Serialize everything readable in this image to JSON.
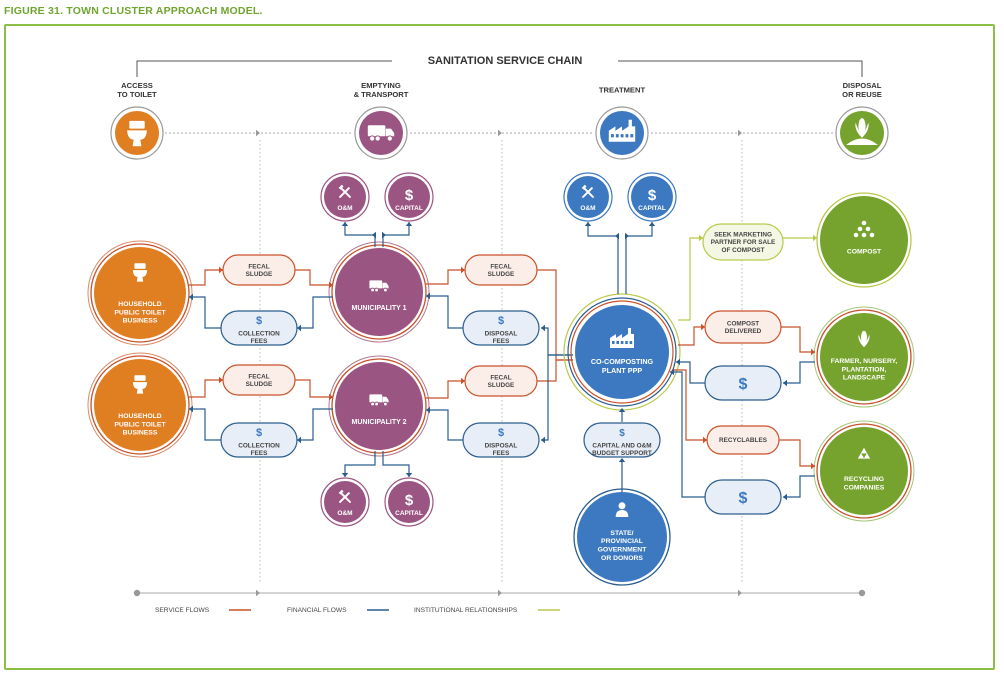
{
  "figure_title": "FIGURE 31. TOWN CLUSTER APPROACH MODEL.",
  "chain_title": "SANITATION SERVICE CHAIN",
  "stages": [
    {
      "lines": [
        "ACCESS",
        "TO TOILET"
      ],
      "icon": "toilet-icon"
    },
    {
      "lines": [
        "EMPTYING",
        "& TRANSPORT"
      ],
      "icon": "truck-icon"
    },
    {
      "lines": [
        "TREATMENT"
      ],
      "icon": "factory-icon"
    },
    {
      "lines": [
        "DISPOSAL",
        "OR REUSE"
      ],
      "icon": "compost-plant-icon"
    }
  ],
  "households": [
    {
      "lines": [
        "HOUSEHOLD",
        "PUBLIC TOILET",
        "BUSINESS"
      ]
    },
    {
      "lines": [
        "HOUSEHOLD",
        "PUBLIC TOILET",
        "BUSINESS"
      ]
    }
  ],
  "municipalities": [
    {
      "label": "MUNICIPALITY 1"
    },
    {
      "label": "MUNICIPALITY 2"
    }
  ],
  "small_nodes": {
    "om": "O&M",
    "capital": "CAPITAL",
    "dollar": "$"
  },
  "pills": {
    "fecal_sludge": [
      "FECAL",
      "SLUDGE"
    ],
    "collection_fees": [
      "COLLECTION",
      "FEES"
    ],
    "disposal_fees": [
      "DISPOSAL",
      "FEES"
    ],
    "seek_marketing": [
      "SEEK MARKETING",
      "PARTNER FOR SALE",
      "OF COMPOST"
    ],
    "compost_delivered": [
      "COMPOST",
      "DELIVERED"
    ],
    "recyclables": [
      "RECYCLABLES"
    ],
    "budget_support": [
      "CAPITAL AND O&M",
      "BUDGET SUPPORT"
    ]
  },
  "plant": {
    "lines": [
      "CO-COMPOSTING",
      "PLANT PPP"
    ]
  },
  "government": {
    "lines": [
      "STATE/",
      "PROVINCIAL",
      "GOVERNMENT",
      "OR DONORS"
    ]
  },
  "outputs": [
    {
      "lines": [
        "COMPOST"
      ]
    },
    {
      "lines": [
        "FARMER, NURSERY,",
        "PLANTATION,",
        "LANDSCAPE"
      ]
    },
    {
      "lines": [
        "RECYCLING",
        "COMPANIES"
      ]
    }
  ],
  "legend": [
    {
      "label": "SERVICE FLOWS",
      "color": "#c8522a"
    },
    {
      "label": "FINANCIAL FLOWS",
      "color": "#2a5d8f"
    },
    {
      "label": "INSTITUTIONAL RELATIONSHIPS",
      "color": "#b9c94a"
    }
  ],
  "colors": {
    "orange": "#e07f22",
    "purple": "#9b5582",
    "blue": "#3d79c0",
    "green": "#76a32e",
    "service": "#c8522a",
    "financial": "#2a5d8f",
    "institutional": "#b9c94a",
    "frame": "#8cbf46"
  }
}
